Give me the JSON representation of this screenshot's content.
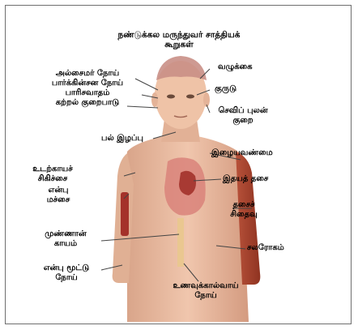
{
  "title": {
    "line1": "நண்டுக்கல மருந்துவர் சாத்தியக்",
    "line2": "கூறுகள்"
  },
  "labels": {
    "alzheimer": "அல்சைமர் நோய்",
    "parkinson": "பார்க்கின்சன நோய்",
    "paralysis": "பாரிசவாதம்",
    "learning": "கற்றல் குறைபாடு",
    "baldness": "வழுக்கை",
    "blind": "குருடு",
    "deaf_1": "செவிப் புலன்",
    "deaf_2": "குறை",
    "tooth": "பல் இழப்பு",
    "muscle": "இழையவண்மை",
    "bone_1": "உடற்காயச்",
    "bone_2": "சிகிச்சை",
    "marrow_1": "என்பு",
    "marrow_2": "மச்சை",
    "heart": "இதயத் தசை",
    "dystrophy_1": "தசைச்",
    "dystrophy_2": "சிதைவு",
    "spinal_1": "முண்ணான்",
    "spinal_2": "காயம்",
    "diabetes": "சலரோகம்",
    "arthritis_1": "என்பு மூட்டு",
    "arthritis_2": "நோய்",
    "gut_1": "உணவுக்கால்வாய்",
    "gut_2": "நோய்"
  }
}
